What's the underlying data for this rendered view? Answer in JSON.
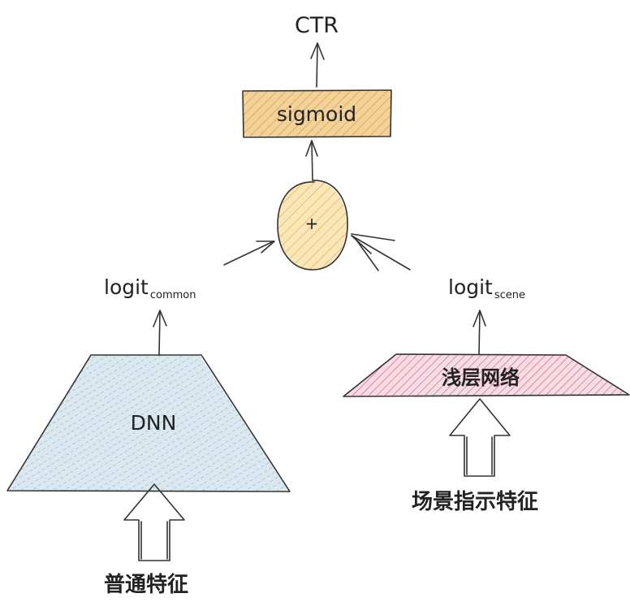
{
  "nodes": {
    "ctr": "CTR",
    "sigmoid": "sigmoid",
    "plus": "+",
    "logit_common_base": "logit",
    "logit_common_sub": "common",
    "logit_scene_base": "logit",
    "logit_scene_sub": "scene",
    "dnn": "DNN",
    "shallow_net": "浅层网络",
    "common_features": "普通特征",
    "scene_features": "场景指示特征"
  },
  "colors": {
    "sigmoid_fill": "#f3d29a",
    "sigmoid_hatch": "#d9a24a",
    "plus_fill": "#fae6b8",
    "plus_hatch": "#e2b34f",
    "dnn_fill": "#dbe8ef",
    "dnn_hatch": "#8fb3c9",
    "shallow_fill": "#f6dde4",
    "shallow_hatch": "#d75c84",
    "stroke": "#333333"
  }
}
